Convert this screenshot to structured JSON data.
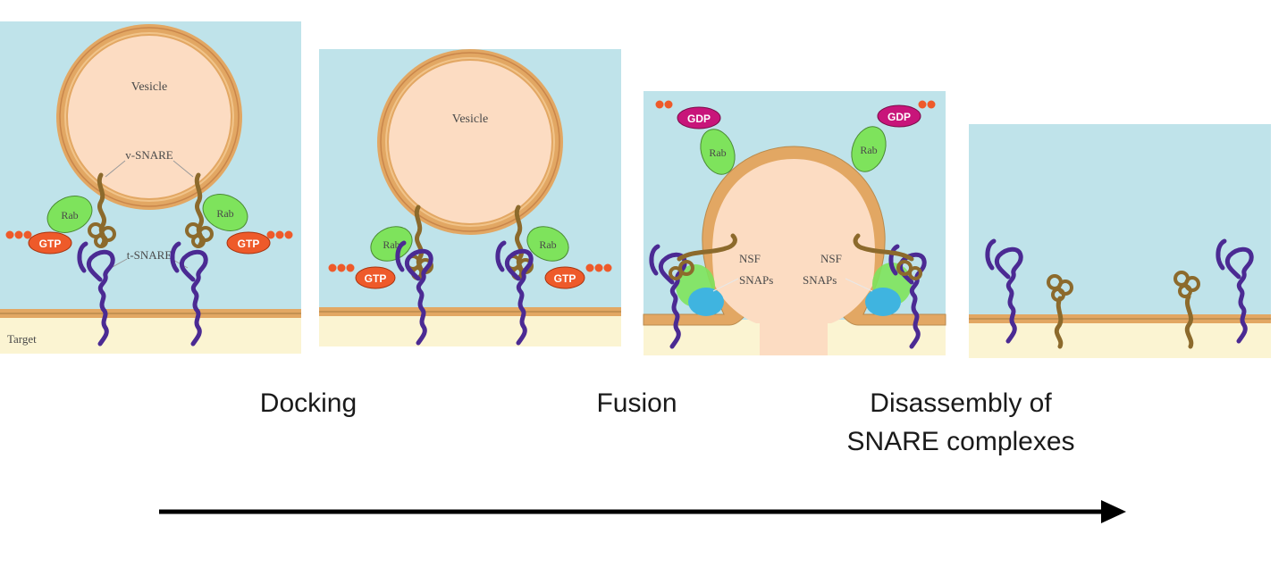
{
  "panels": {
    "p1": {
      "vesicle": "Vesicle",
      "v_snare": "v-SNARE",
      "t_snare": "t-SNARE",
      "target": "Target",
      "rab": "Rab",
      "gtp": "GTP"
    },
    "p2": {
      "vesicle": "Vesicle",
      "rab": "Rab",
      "gtp": "GTP"
    },
    "p3": {
      "gdp": "GDP",
      "rab": "Rab",
      "nsf": "NSF",
      "snaps": "SNAPs"
    },
    "p4": {}
  },
  "captions": {
    "docking": "Docking",
    "fusion": "Fusion",
    "disassembly_line1": "Disassembly of",
    "disassembly_line2": "SNARE complexes"
  },
  "colors": {
    "cytoplasm": "#bfe3ea",
    "target_lumen": "#fbf4d2",
    "vesicle_lumen": "#fcdcc2",
    "membrane": "#e2a763",
    "rab": "#7ee35c",
    "gtp": "#ee5a2a",
    "gdp": "#c8157a",
    "snare": "#4b2a93",
    "v_snare": "#8c6a2c",
    "snaps": "#3fb4e0",
    "arrow": "#000000"
  }
}
